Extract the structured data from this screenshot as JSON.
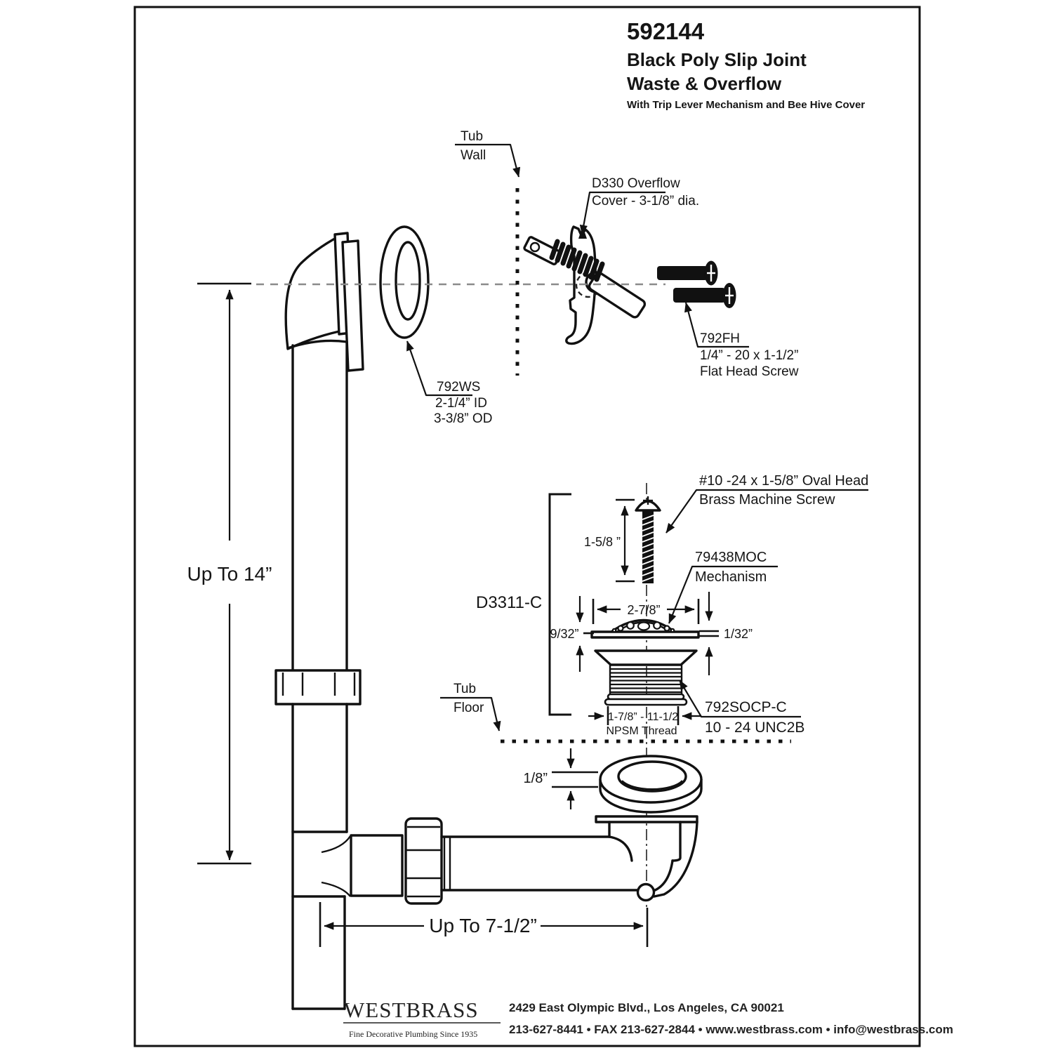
{
  "title": {
    "model": "592144",
    "line1": "Black Poly Slip Joint",
    "line2": "Waste & Overflow",
    "subtitle": "With Trip Lever Mechanism and Bee Hive Cover"
  },
  "labels": {
    "tub_wall": [
      "Tub",
      "Wall"
    ],
    "tub_floor": [
      "Tub",
      "Floor"
    ],
    "overflow_cover": [
      "D330 Overflow",
      "Cover - 3-1/8” dia."
    ],
    "flat_head_screw": [
      "792FH",
      "1/4” - 20 x 1-1/2”",
      "Flat Head Screw"
    ],
    "washer": [
      "792WS",
      "2-1/4” ID",
      "3-3/8” OD"
    ],
    "machine_screw": [
      "#10 -24 x 1-5/8” Oval Head",
      "Brass Machine Screw"
    ],
    "mechanism": [
      "79438MOC",
      "Mechanism"
    ],
    "assembly": "D3311-C",
    "strainer": [
      "792SOCP-C",
      "10 - 24 UNC2B"
    ],
    "npsm": [
      "1-7/8” - 11-1/2",
      "NPSM Thread"
    ]
  },
  "dimensions": {
    "height": "Up To 14”",
    "length": "Up To 7-1/2”",
    "screw_length": "1-5/8 ”",
    "cover_width": "2-7/8”",
    "dome_height": "9/32”",
    "plate_thickness": "1/32”",
    "gasket_thickness": "1/8”"
  },
  "footer": {
    "brand": "WESTBRASS",
    "tagline": "Fine Decorative Plumbing Since 1935",
    "address": "2429 East Olympic Blvd., Los Angeles, CA  90021",
    "contact": "213-627-8441 • FAX 213-627-2844 • www.westbrass.com • info@westbrass.com"
  },
  "colors": {
    "line": "#111111",
    "centerline": "#8a8a8a",
    "background": "#ffffff"
  }
}
